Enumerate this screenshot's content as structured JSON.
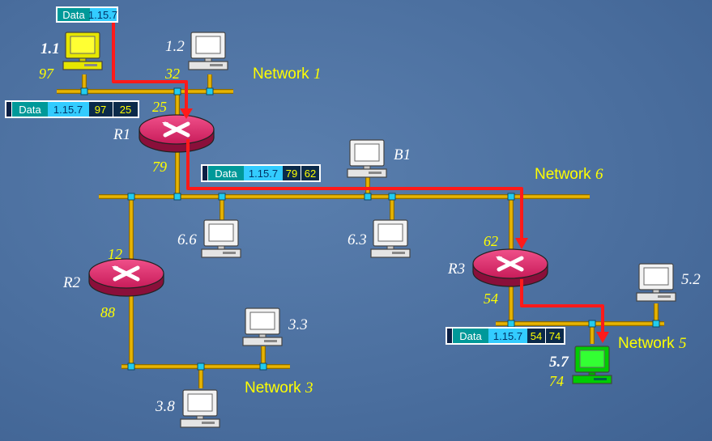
{
  "packets": {
    "p1": {
      "data": "Data",
      "addr": "1.15.7"
    },
    "p2": {
      "data": "Data",
      "addr": "1.15.7",
      "h1": "97",
      "h2": "25"
    },
    "p3": {
      "data": "Data",
      "addr": "1.15.7",
      "h1": "79",
      "h2": "62"
    },
    "p4": {
      "data": "Data",
      "addr": "1.15.7",
      "h1": "54",
      "h2": "74"
    }
  },
  "networks": {
    "n1": {
      "word": "Network",
      "num": "1"
    },
    "n6": {
      "word": "Network",
      "num": "6"
    },
    "n3": {
      "word": "Network",
      "num": "3"
    },
    "n5": {
      "word": "Network",
      "num": "5"
    }
  },
  "hosts": {
    "h11": {
      "ip": "1.1",
      "hw": "97"
    },
    "h12": {
      "ip": "1.2",
      "hw": "32"
    },
    "b1": {
      "ip": "B1"
    },
    "h66": {
      "ip": "6.6"
    },
    "h63": {
      "ip": "6.3"
    },
    "h33": {
      "ip": "3.3"
    },
    "h38": {
      "ip": "3.8"
    },
    "h52": {
      "ip": "5.2"
    },
    "h57": {
      "ip": "5.7",
      "hw": "74"
    }
  },
  "routers": {
    "r1": {
      "name": "R1",
      "port_top": "25",
      "port_bottom": "79"
    },
    "r2": {
      "name": "R2",
      "port_top": "12",
      "port_bottom": "88"
    },
    "r3": {
      "name": "R3",
      "port_top": "62",
      "port_bottom": "54"
    }
  },
  "colors": {
    "cable": "#e8b400",
    "cable_edge": "#8a6a00",
    "path": "#ff1a1a",
    "router": "#e0306a",
    "host_src": "#ffff00",
    "host_dst": "#00cc00",
    "port": "#22ccee",
    "label_yellow": "#ffff00"
  },
  "icons": [
    "computer-icon",
    "router-icon",
    "port-icon",
    "route-arrow"
  ]
}
